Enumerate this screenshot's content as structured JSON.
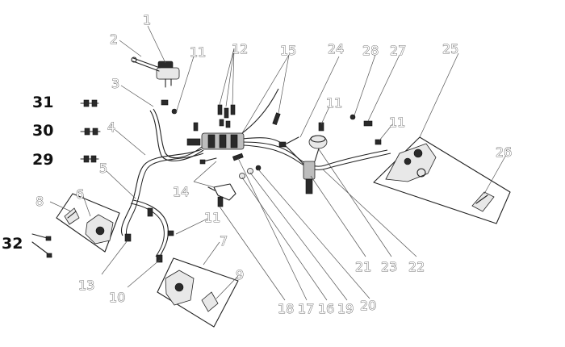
{
  "diagram": {
    "callouts": {
      "c1": "1",
      "c2": "2",
      "c3": "3",
      "c4": "4",
      "c5": "5",
      "c6": "6",
      "c7": "7",
      "c8": "8",
      "c9": "9",
      "c10": "10",
      "c11a": "11",
      "c11b": "11",
      "c11c": "11",
      "c11d": "11",
      "c12": "12",
      "c13": "13",
      "c14": "14",
      "c15": "15",
      "c16": "16",
      "c17": "17",
      "c18": "18",
      "c19": "19",
      "c20": "20",
      "c21": "21",
      "c22": "22",
      "c23": "23",
      "c24": "24",
      "c25": "25",
      "c26": "26",
      "c27": "27",
      "c28": "28",
      "c29": "29",
      "c30": "30",
      "c31": "31",
      "c32": "32"
    }
  }
}
